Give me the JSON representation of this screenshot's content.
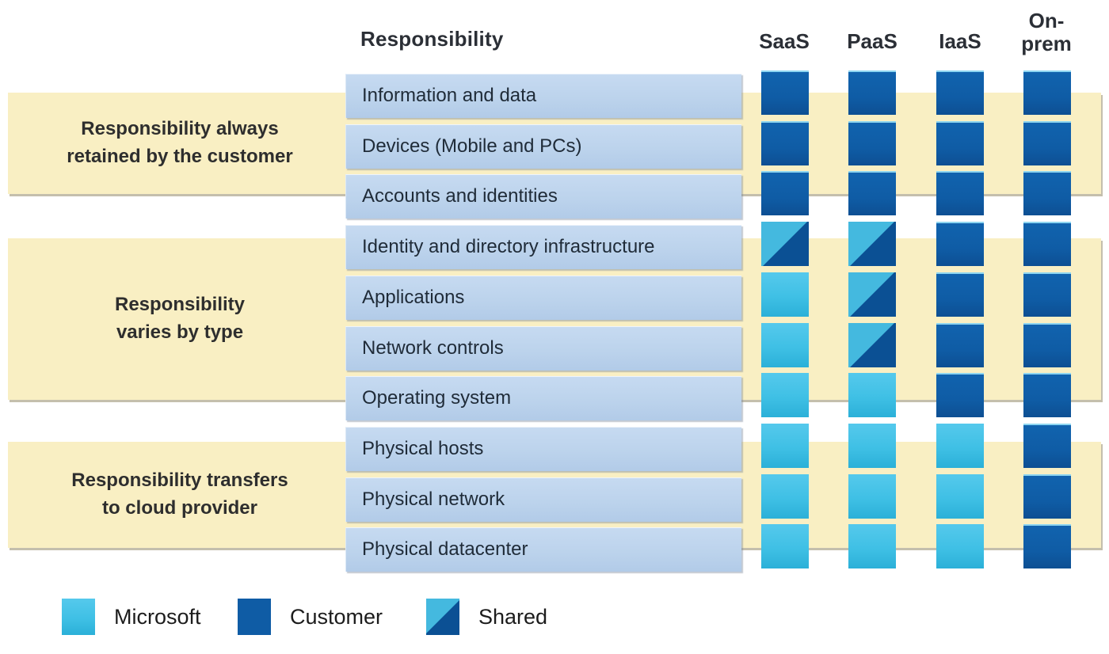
{
  "title": "Responsibility",
  "columns": [
    {
      "key": "saas",
      "label": "SaaS"
    },
    {
      "key": "paas",
      "label": "PaaS"
    },
    {
      "key": "iaas",
      "label": "IaaS"
    },
    {
      "key": "onprem",
      "label": "On-prem"
    }
  ],
  "bands": [
    {
      "label": "Responsibility always\nretained by the customer"
    },
    {
      "label": "Responsibility\nvaries by type"
    },
    {
      "label": "Responsibility transfers\nto cloud provider"
    }
  ],
  "rows": [
    {
      "label": "Information and data",
      "cells": [
        "customer",
        "customer",
        "customer",
        "customer"
      ]
    },
    {
      "label": "Devices (Mobile and PCs)",
      "cells": [
        "customer",
        "customer",
        "customer",
        "customer"
      ]
    },
    {
      "label": "Accounts and identities",
      "cells": [
        "customer",
        "customer",
        "customer",
        "customer"
      ]
    },
    {
      "label": "Identity and directory infrastructure",
      "cells": [
        "shared",
        "shared",
        "customer",
        "customer"
      ]
    },
    {
      "label": "Applications",
      "cells": [
        "microsoft",
        "shared",
        "customer",
        "customer"
      ]
    },
    {
      "label": "Network controls",
      "cells": [
        "microsoft",
        "shared",
        "customer",
        "customer"
      ]
    },
    {
      "label": "Operating system",
      "cells": [
        "microsoft",
        "microsoft",
        "customer",
        "customer"
      ]
    },
    {
      "label": "Physical hosts",
      "cells": [
        "microsoft",
        "microsoft",
        "microsoft",
        "customer"
      ]
    },
    {
      "label": "Physical network",
      "cells": [
        "microsoft",
        "microsoft",
        "microsoft",
        "customer"
      ]
    },
    {
      "label": "Physical datacenter",
      "cells": [
        "microsoft",
        "microsoft",
        "microsoft",
        "customer"
      ]
    }
  ],
  "legend": [
    {
      "type": "microsoft",
      "label": "Microsoft"
    },
    {
      "type": "customer",
      "label": "Customer"
    },
    {
      "type": "shared",
      "label": "Shared"
    }
  ],
  "colors": {
    "microsoft": "#3fc0e5",
    "customer": "#0f5ca5",
    "shared_light": "#44b9df",
    "shared_dark": "#0b5094",
    "band": "#f9efc3",
    "row_bar": "#bcd3ec"
  }
}
